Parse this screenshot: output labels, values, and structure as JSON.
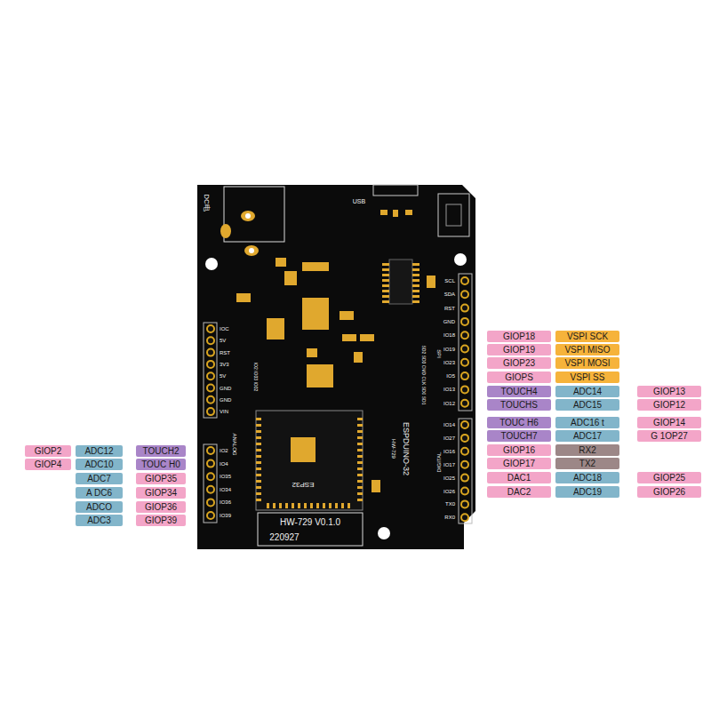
{
  "diagram": {
    "nodes": [
      {
        "text": [
          "GIOP18"
        ]
      },
      {
        "text": [
          "VSPI SCK"
        ]
      },
      {
        "text": [
          "GIOP19"
        ]
      },
      {
        "text": [
          "VSPI MISO"
        ]
      },
      {
        "text": [
          "GIOP23"
        ]
      },
      {
        "text": [
          "VSPI MOSI"
        ]
      },
      {
        "text": [
          "GIOPS"
        ]
      },
      {
        "text": [
          "VSPI SS"
        ]
      },
      {
        "text": [
          "TOUCH4"
        ]
      },
      {
        "text": [
          "ADC14"
        ]
      },
      {
        "text": [
          "GIOP13"
        ]
      },
      {
        "text": [
          "TOUCHS"
        ]
      },
      {
        "text": [
          "ADC15"
        ]
      },
      {
        "text": [
          "GIOP12"
        ]
      },
      {
        "text": [
          "TOUC H6"
        ]
      },
      {
        "text": [
          "ADC16 t"
        ]
      },
      {
        "text": [
          "GIOP14"
        ]
      },
      {
        "text": [
          "TOUCH7"
        ]
      },
      {
        "text": [
          "ADC17"
        ]
      },
      {
        "text": [
          "G 1OP27"
        ]
      },
      {
        "text": [
          "GIOP16"
        ]
      },
      {
        "text": [
          "RX2"
        ]
      },
      {
        "text": [
          "GIOP17"
        ]
      },
      {
        "text": [
          "TX2"
        ]
      },
      {
        "text": [
          "DAC1"
        ]
      },
      {
        "text": [
          "ADC18"
        ]
      },
      {
        "text": [
          "GIOP25"
        ]
      },
      {
        "text": [
          "DAC2"
        ]
      },
      {
        "text": [
          "ADC19"
        ]
      },
      {
        "text": [
          "GIOP26"
        ]
      },
      {
        "text": [
          "GIOP2"
        ]
      },
      {
        "text": [
          "ADC12"
        ]
      },
      {
        "text": [
          "TOUCH2"
        ]
      },
      {
        "text": [
          "GIOP4"
        ]
      },
      {
        "text": [
          "ADC10"
        ]
      },
      {
        "text": [
          "TOUC H0"
        ]
      },
      {
        "text": [
          "ADC7"
        ]
      },
      {
        "text": [
          "GIOP35"
        ]
      },
      {
        "text": [
          "A DC6"
        ]
      },
      {
        "text": [
          "GIOP34"
        ]
      },
      {
        "text": [
          "ADCO"
        ]
      },
      {
        "text": [
          "GIOP36"
        ]
      },
      {
        "text": [
          "ADC3"
        ]
      },
      {
        "text": [
          "GIOP39"
        ]
      }
    ],
    "labels": [
      "DC电",
      "USB",
      "SPI",
      "IO2 IO33 IO32",
      "SD2 SD3 CMD CLK SD0 SD1",
      "IOC",
      "5V",
      "RST",
      "3V3",
      "5V",
      "GND",
      "GND",
      "VIN",
      "SCL",
      "SDA",
      "RST",
      "GND",
      "IO18",
      "IO19",
      "IO23",
      "IO5",
      "IO13",
      "IO12",
      "ESPDUINO-32",
      "HW-729",
      "DIGITAL",
      "ANALOG",
      "IO2",
      "IO4",
      "IO35",
      "IO34",
      "IO36",
      "IO39",
      "IO14",
      "IO27",
      "IO16",
      "IO17",
      "IO25",
      "IO26",
      "TX0",
      "RX0",
      "ESP32",
      "HW-729 V0.1.0",
      "220927"
    ]
  }
}
